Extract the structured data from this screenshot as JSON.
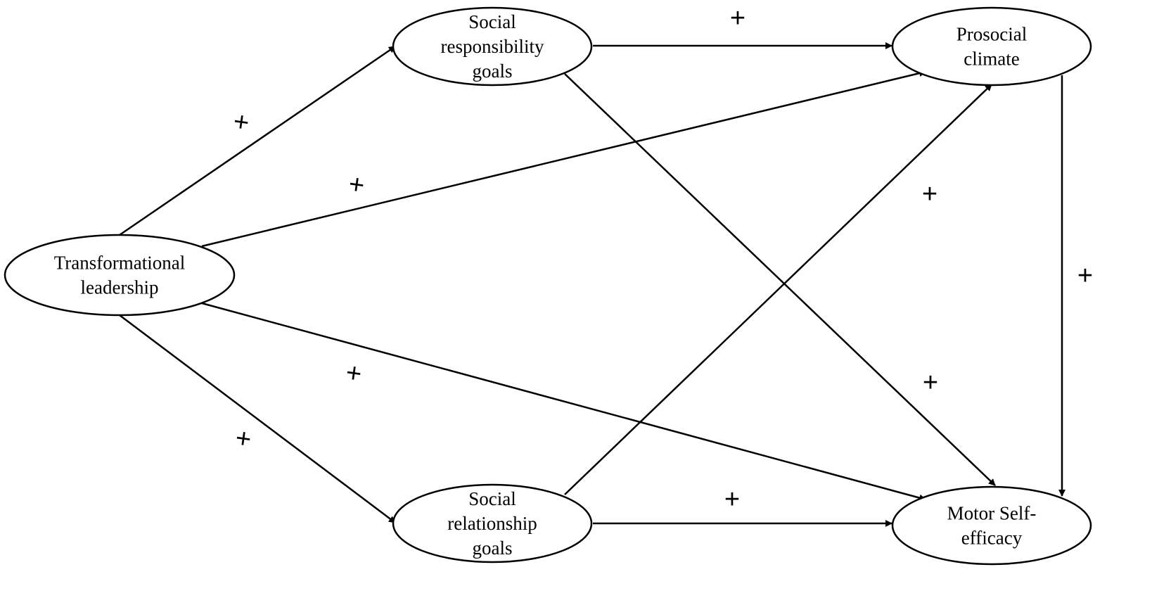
{
  "nodes": [
    {
      "id": "tl",
      "lines": [
        "Transformational",
        "leadership"
      ]
    },
    {
      "id": "srg",
      "lines": [
        "Social",
        "responsibility",
        "goals"
      ]
    },
    {
      "id": "rlg",
      "lines": [
        "Social",
        "relationship",
        "goals"
      ]
    },
    {
      "id": "pc",
      "lines": [
        "Prosocial",
        "climate"
      ]
    },
    {
      "id": "mse",
      "lines": [
        "Motor Self-",
        "efficacy"
      ]
    }
  ],
  "edges": [
    {
      "id": "tl-srg",
      "from": "tl",
      "to": "srg",
      "sign": "+"
    },
    {
      "id": "tl-pc",
      "from": "tl",
      "to": "pc",
      "sign": "+"
    },
    {
      "id": "tl-mse",
      "from": "tl",
      "to": "mse",
      "sign": "+"
    },
    {
      "id": "tl-rlg",
      "from": "tl",
      "to": "rlg",
      "sign": "+"
    },
    {
      "id": "srg-pc",
      "from": "srg",
      "to": "pc",
      "sign": "+"
    },
    {
      "id": "srg-mse",
      "from": "srg",
      "to": "mse",
      "sign": "+"
    },
    {
      "id": "rlg-pc",
      "from": "rlg",
      "to": "pc",
      "sign": "+"
    },
    {
      "id": "rlg-mse",
      "from": "rlg",
      "to": "mse",
      "sign": "+"
    },
    {
      "id": "pc-mse",
      "from": "pc",
      "to": "mse",
      "sign": "+"
    }
  ]
}
